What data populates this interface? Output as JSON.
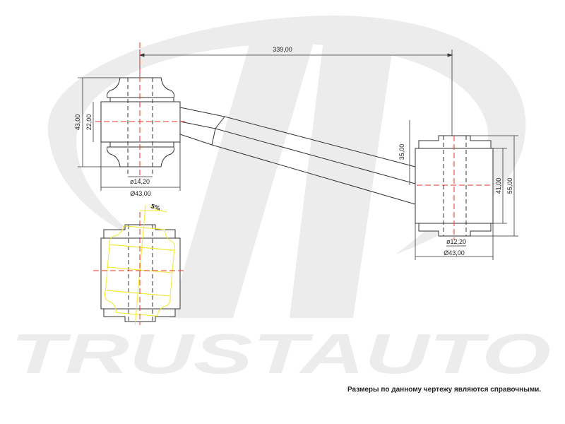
{
  "watermark": {
    "brand": "TRUSTAUTO"
  },
  "colors": {
    "outline": "#333333",
    "centerline": "#e8302a",
    "rotated": "#f2e82a",
    "watermark": "#ececec"
  },
  "dimensions": {
    "center_distance": "339,00",
    "left_height": "43,00",
    "left_body_height": "22,00",
    "left_bore": "ø14,20",
    "left_diameter": "Ø43,00",
    "offset": "35,00",
    "right_body_height": "41,00",
    "right_height": "55,00",
    "right_bore": "ø12,20",
    "right_diameter": "Ø43,00",
    "tilt_angle": "5%"
  },
  "note": "Размеры по данному чертежу являются справочными."
}
